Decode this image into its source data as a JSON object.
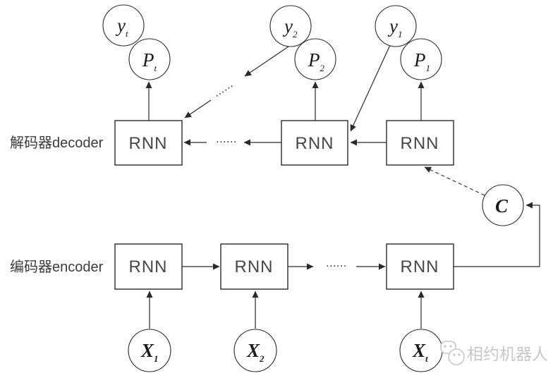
{
  "diagram": {
    "row_labels": {
      "decoder": "解码器decoder",
      "encoder": "编码器encoder"
    },
    "rnn_label": "RNN",
    "ellipsis": "······",
    "decoder_outputs": {
      "y_t": {
        "base": "y",
        "sub": "t"
      },
      "p_t": {
        "base": "P",
        "sub": "t"
      },
      "y_2": {
        "base": "y",
        "sub": "2"
      },
      "p_2": {
        "base": "P",
        "sub": "2"
      },
      "y_1": {
        "base": "y",
        "sub": "1"
      },
      "p_1": {
        "base": "P",
        "sub": "1"
      }
    },
    "context_node": {
      "base": "C"
    },
    "encoder_inputs": {
      "x_1": {
        "base": "X",
        "sub": "1"
      },
      "x_2": {
        "base": "X",
        "sub": "2"
      },
      "x_t": {
        "base": "X",
        "sub": "t"
      }
    }
  },
  "watermark": {
    "text": "相约机器人",
    "icon": "robot-logo-icon"
  },
  "colors": {
    "line": "#2b2a29",
    "text": "#3c3c3c",
    "watermark": "#c7c7c7",
    "background": "#ffffff"
  }
}
